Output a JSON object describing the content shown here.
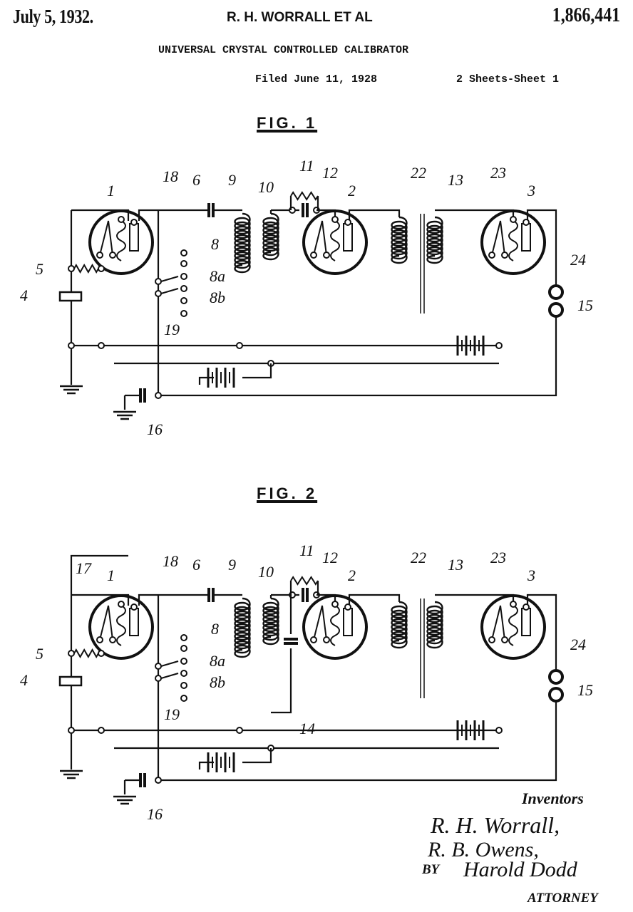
{
  "header": {
    "date": "July 5, 1932.",
    "inventors": "R. H. WORRALL ET AL",
    "patent_number": "1,866,441",
    "title": "UNIVERSAL CRYSTAL CONTROLLED CALIBRATOR",
    "filed": "Filed June 11, 1928",
    "sheets": "2 Sheets-Sheet  1"
  },
  "figures": [
    {
      "label": "FIG. 1",
      "ref_numbers": [
        "1",
        "2",
        "3",
        "4",
        "5",
        "6",
        "8",
        "8a",
        "8b",
        "9",
        "10",
        "11",
        "12",
        "13",
        "15",
        "16",
        "18",
        "19",
        "22",
        "23",
        "24"
      ]
    },
    {
      "label": "FIG. 2",
      "ref_numbers": [
        "1",
        "2",
        "3",
        "4",
        "5",
        "6",
        "8",
        "8a",
        "8b",
        "9",
        "10",
        "11",
        "12",
        "13",
        "14",
        "15",
        "16",
        "17",
        "18",
        "19",
        "22",
        "23",
        "24"
      ]
    }
  ],
  "signature": {
    "inventors_label": "Inventors",
    "name1": "R. H. Worrall,",
    "name2": "R. B. Owens,",
    "by": "BY",
    "attorney_signature": "Harold Dodd",
    "attorney_label": "ATTORNEY"
  },
  "colors": {
    "ink": "#111111",
    "paper": "#ffffff"
  }
}
